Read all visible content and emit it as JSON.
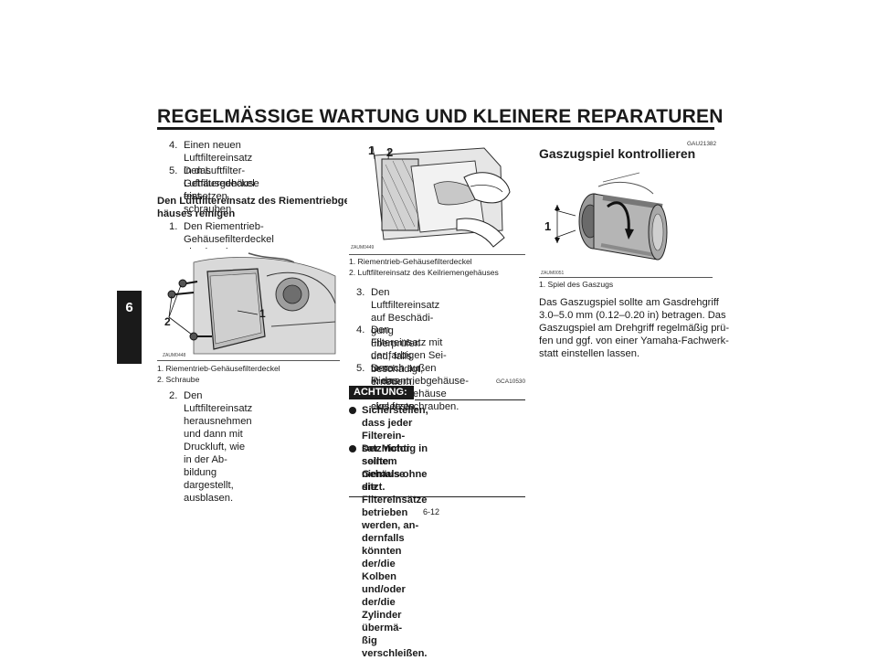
{
  "header": {
    "title": "REGELMÄSSIGE WARTUNG UND KLEINERE REPARATUREN"
  },
  "chapter_tab": "6",
  "col1": {
    "step4_num": "4.",
    "step4_lines": [
      "Einen neuen Luftfiltereinsatz in das",
      "Luftfiltergehäuse einsetzen."
    ],
    "step5_num": "5.",
    "step5_lines": [
      "Den Luftfilter-Gehäusedeckel fest-",
      "schrauben."
    ],
    "heading_lines": [
      "Den Luftfiltereinsatz des Riementriebge-",
      "häuses reinigen"
    ],
    "stepA1_num": "1.",
    "stepA1_lines": [
      "Den Riementrieb-Gehäusefilterdeckel",
      "abschrauben."
    ],
    "figure": {
      "code": "ZAUM0448",
      "label1": "1",
      "label2": "2"
    },
    "captions": [
      "1.  Riementrieb-Gehäusefilterdeckel",
      "2.  Schraube"
    ],
    "stepA2_num": "2.",
    "stepA2_lines": [
      "Den Luftfiltereinsatz herausnehmen",
      "und dann mit Druckluft, wie in der Ab-",
      "bildung dargestellt, ausblasen."
    ]
  },
  "col2": {
    "figure": {
      "code": "ZAUM0449",
      "label1": "1",
      "label2": "2"
    },
    "captions": [
      "1.  Riementrieb-Gehäusefilterdeckel",
      "2.  Luftfiltereinsatz des Keilriemengehäuses"
    ],
    "step3_num": "3.",
    "step3_lines": [
      "Den Luftfiltereinsatz auf Beschädi-",
      "gung überprüfen und, falls beschädigt,",
      "erneuern."
    ],
    "step4_num": "4.",
    "step4_lines": [
      "Den Filtereinsatz mit der farbigen Sei-",
      "te nach außen in das Luftfiltergehäuse",
      "einsetzen."
    ],
    "step5_num": "5.",
    "step5_lines": [
      "Den Riementriebgehäuse-Filterde-",
      "ckel festschrauben."
    ],
    "caution_code": "GCA10530",
    "caution_label": "ACHTUNG:",
    "bullet1_lines": [
      "Sicherstellen, dass jeder Filterein-",
      "satz richtig in seinem Gehäuse",
      "sitzt."
    ],
    "bullet2_lines": [
      "Der Motor sollte niemals ohne die",
      "Filtereinsätze betrieben werden, an-",
      "dernfalls könnten der/die Kolben",
      "und/oder der/die Zylinder übermä-",
      "ßig verschleißen."
    ]
  },
  "col3": {
    "code": "GAU21382",
    "heading": "Gaszugspiel kontrollieren",
    "figure": {
      "code": "ZAUM0051",
      "label1": "1"
    },
    "captions": [
      "1.  Spiel des Gaszugs"
    ],
    "para_lines": [
      "Das Gaszugspiel sollte am Gasdrehgriff",
      "3.0–5.0 mm (0.12–0.20 in) betragen. Das",
      "Gaszugspiel am Drehgriff regelmäßig prü-",
      "fen und ggf. von einer Yamaha-Fachwerk-",
      "statt einstellen lassen."
    ]
  },
  "footer": {
    "page_number": "6-12"
  },
  "colors": {
    "ink": "#1a1a1a",
    "paper": "#ffffff"
  }
}
